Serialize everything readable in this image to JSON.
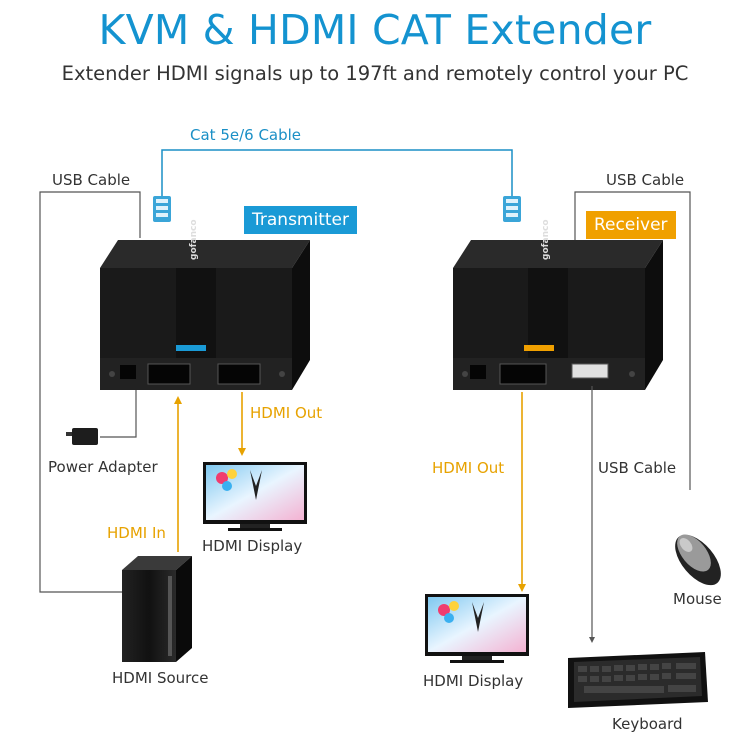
{
  "header": {
    "title": "KVM & HDMI CAT Extender",
    "subtitle": "Extender HDMI signals up to 197ft and remotely control your PC"
  },
  "labels": {
    "cat_cable": "Cat 5e/6 Cable",
    "usb_cable_left": "USB Cable",
    "usb_cable_right_top": "USB Cable",
    "usb_cable_right_mid": "USB Cable",
    "transmitter": "Transmitter",
    "receiver": "Receiver",
    "hdmi_out_tx": "HDMI Out",
    "hdmi_out_rx": "HDMI Out",
    "hdmi_in": "HDMI In",
    "power_adapter": "Power Adapter",
    "hdmi_display_tx": "HDMI Display",
    "hdmi_display_rx": "HDMI Display",
    "hdmi_source": "HDMI Source",
    "mouse": "Mouse",
    "keyboard": "Keyboard"
  },
  "colors": {
    "title": "#1493d0",
    "cat_cable": "#1a8fc6",
    "hdmi_line": "#e7a200",
    "transmitter_badge": "#1a9ad6",
    "receiver_badge": "#f0a000",
    "device_body": "#1a1a1a"
  },
  "icons": {
    "rj45_left": "rj45-connector-icon",
    "rj45_right": "rj45-connector-icon",
    "power": "power-adapter-icon",
    "display": "monitor-icon",
    "source": "pc-tower-icon",
    "mouse": "mouse-icon",
    "keyboard": "keyboard-icon"
  }
}
